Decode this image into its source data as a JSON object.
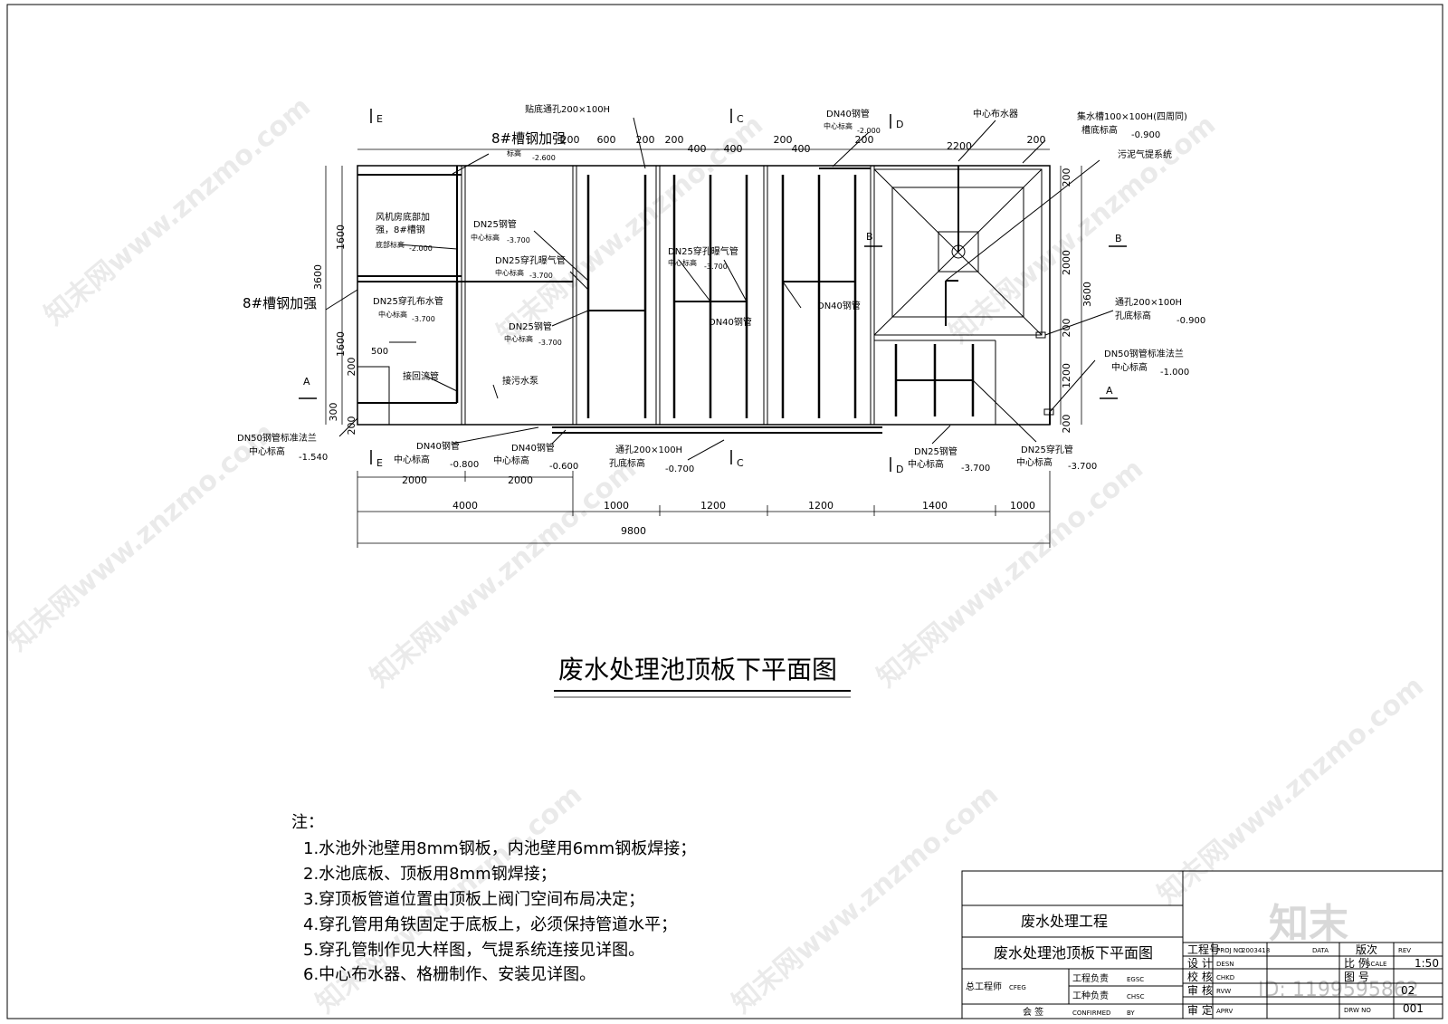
{
  "drawing": {
    "title": "废水处理池顶板下平面图",
    "section_marks": {
      "E": "E",
      "C": "C",
      "D": "D",
      "A": "A",
      "B": "B"
    },
    "annotations": {
      "channel_top_left": "8#槽钢加强",
      "channel_left": "8#槽钢加强",
      "fan_room_line1": "风机房底部加",
      "fan_room_line2": "强，8#槽钢",
      "fan_room_elev_label": "底部标高",
      "fan_room_elev": "-2.000",
      "dn25_steel_1": "DN25钢管",
      "dn25_steel_1_elev_label": "中心标高",
      "dn25_steel_1_elev": "-3.700",
      "dn25_aeration_1": "DN25穿孔曝气管",
      "dn25_aeration_1_elev_label": "中心标高",
      "dn25_aeration_1_elev": "-3.700",
      "dn25_dist": "DN25穿孔布水管",
      "dn25_dist_elev_label": "中心标高",
      "dn25_dist_elev": "-3.700",
      "dn25_steel_2": "DN25钢管",
      "dn25_steel_2_elev_label": "中心标高",
      "dn25_steel_2_elev": "-3.700",
      "return_pipe": "接回流管",
      "sewage_pump": "接污水泵",
      "dim_500": "500",
      "bottom_vent": "贴底通孔200×100H",
      "bottom_vent_elev_label": "标高",
      "bottom_vent_elev": "-2.600",
      "dn25_aeration_2": "DN25穿孔曝气管",
      "dn25_aeration_2_elev_label": "中心标高",
      "dn25_aeration_2_elev": "-3.700",
      "dn40_mid": "DN40钢管",
      "dn40_top": "DN40钢管",
      "dn40_top_elev_label": "中心标高",
      "dn40_top_elev": "-2.000",
      "dn40_right": "DN40钢管",
      "center_distributor": "中心布水器",
      "collect_trough": "集水槽100×100H(四周同)",
      "collect_trough_elev_label": "槽底标高",
      "collect_trough_elev": "-0.900",
      "sludge_airlift": "污泥气提系统",
      "vent_right": "通孔200×100H",
      "vent_right_elev_label": "孔底标高",
      "vent_right_elev": "-0.900",
      "dn50_right": "DN50钢管标准法兰",
      "dn50_right_elev_label": "中心标高",
      "dn50_right_elev": "-1.000",
      "dn50_left": "DN50钢管标准法兰",
      "dn50_left_elev_label": "中心标高",
      "dn50_left_elev": "-1.540",
      "dn40_b1": "DN40钢管",
      "dn40_b1_elev_label": "中心标高",
      "dn40_b1_elev": "-0.800",
      "dn40_b2": "DN40钢管",
      "dn40_b2_elev_label": "中心标高",
      "dn40_b2_elev": "-0.600",
      "vent_bottom": "通孔200×100H",
      "vent_bottom_elev_label": "孔底标高",
      "vent_bottom_elev": "-0.700",
      "dn25_b": "DN25钢管",
      "dn25_b_elev_label": "中心标高",
      "dn25_b_elev": "-3.700",
      "dn25_b_perf": "DN25穿孔管",
      "dn25_b_perf_elev_label": "中心标高",
      "dn25_b_perf_elev": "-3.700"
    },
    "dims_top": [
      "200",
      "600",
      "200",
      "200",
      "400",
      "400",
      "200",
      "400",
      "200",
      "2200",
      "200"
    ],
    "dims_left": [
      "1600",
      "3600",
      "1600",
      "200",
      "300",
      "200"
    ],
    "dims_right": [
      "200",
      "2000",
      "3600",
      "200",
      "1200",
      "200"
    ],
    "dims_bottom_row1": [
      "2000",
      "2000"
    ],
    "dims_bottom_row2": [
      "4000",
      "1000",
      "1200",
      "1200",
      "1400",
      "1000"
    ],
    "dims_bottom_total": "9800"
  },
  "notes": {
    "heading": "注：",
    "items": [
      "1.水池外池壁用8mm钢板，内池壁用6mm钢板焊接；",
      "2.水池底板、顶板用8mm钢焊接；",
      "3.穿顶板管道位置由顶板上阀门空间布局决定；",
      "4.穿孔管用角铁固定于底板上，必须保持管道水平；",
      "5.穿孔管制作见大样图，气提系统连接见详图。",
      "6.中心布水器、格栅制作、安装见详图。"
    ]
  },
  "title_block": {
    "project": "废水处理工程",
    "drawing_name": "废水处理池顶板下平面图",
    "proj_no_label": "工程号",
    "proj_no_en": "PROJ NO",
    "proj_no": "2003418",
    "date_en": "DATA",
    "rev_label": "版次",
    "rev_en": "REV",
    "design_label": "设 计",
    "design_en": "DESN",
    "scale_label": "比 例",
    "scale_en": "SCALE",
    "scale": "1:50",
    "check_label": "校 核",
    "check_en": "CHKD",
    "review_label": "审 核",
    "review_en": "RVW",
    "approve_label": "审 定",
    "approve_en": "APRV",
    "chief_label": "总工程师",
    "chief_en": "CFEG",
    "proj_lead_label": "工程负责",
    "proj_lead_en": "EGSC",
    "disc_lead_label": "工种负责",
    "disc_lead_en": "CHSC",
    "countersign_label": "会  签",
    "confirmed_en": "CONFIRMED",
    "by_en": "BY",
    "sheet_label": "图 号",
    "drw_no_en": "DRW NO",
    "sheet_no": "001",
    "sheet_no_b": "02"
  },
  "watermark": {
    "brand": "知末",
    "site_text": "知末网www.znzmo.com",
    "id_text": "ID: 1199595862"
  }
}
